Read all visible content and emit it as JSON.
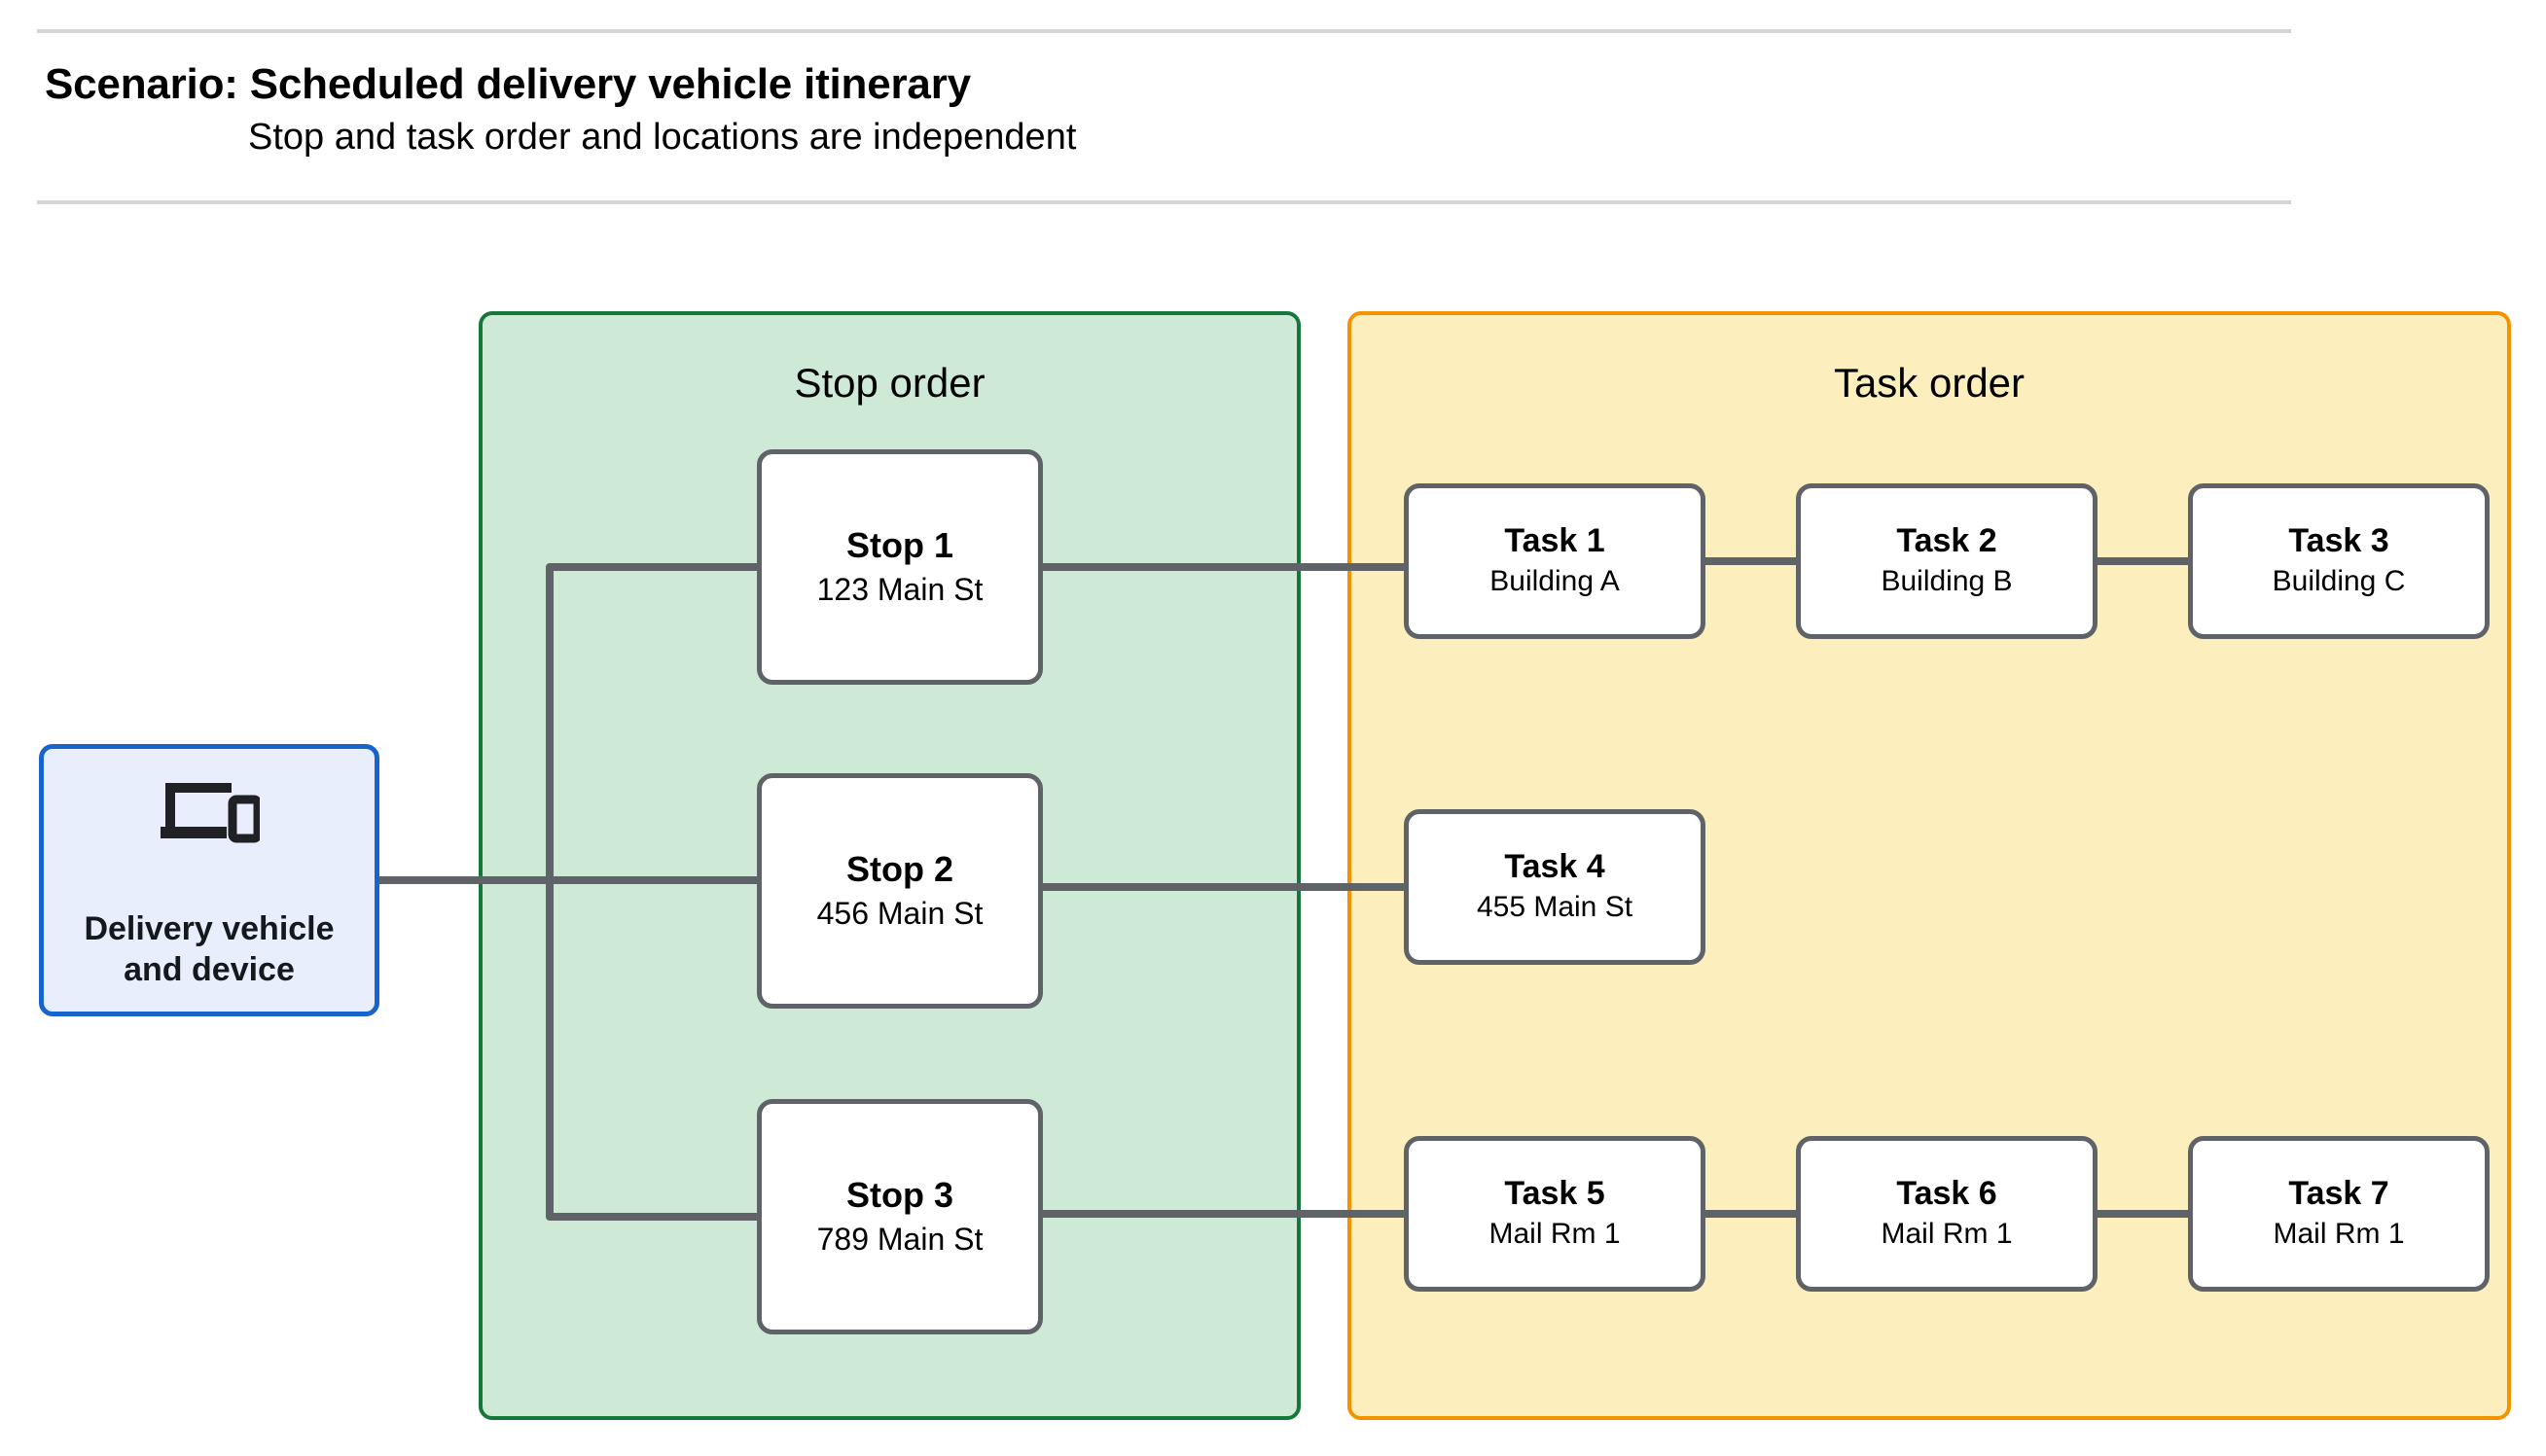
{
  "header": {
    "title": "Scenario: Scheduled delivery vehicle itinerary",
    "subtitle": "Stop and task order and locations are independent"
  },
  "source_node": {
    "label": "Delivery vehicle\nand device",
    "label_line_1": "Delivery vehicle",
    "label_line_2": "and device",
    "icon": "devices-icon",
    "border_color": "#1765cc",
    "fill_color": "#e8eefc"
  },
  "groups": [
    {
      "id": "stop-order",
      "title": "Stop order",
      "fill_color": "#cee9d6",
      "border_color": "#16773a"
    },
    {
      "id": "task-order",
      "title": "Task order",
      "fill_color": "#fdeebe",
      "border_color": "#f59200"
    }
  ],
  "stops": [
    {
      "title": "Stop 1",
      "subtitle": "123 Main St"
    },
    {
      "title": "Stop 2",
      "subtitle": "456 Main St"
    },
    {
      "title": "Stop 3",
      "subtitle": "789 Main St"
    }
  ],
  "task_rows": [
    {
      "stop_index": 0,
      "tasks": [
        {
          "title": "Task 1",
          "subtitle": "Building A"
        },
        {
          "title": "Task 2",
          "subtitle": "Building B"
        },
        {
          "title": "Task 3",
          "subtitle": "Building C"
        }
      ]
    },
    {
      "stop_index": 1,
      "tasks": [
        {
          "title": "Task 4",
          "subtitle": "455 Main St"
        }
      ]
    },
    {
      "stop_index": 2,
      "tasks": [
        {
          "title": "Task 5",
          "subtitle": "Mail Rm 1"
        },
        {
          "title": "Task 6",
          "subtitle": "Mail Rm 1"
        },
        {
          "title": "Task 7",
          "subtitle": "Mail Rm 1"
        }
      ]
    }
  ],
  "colors": {
    "connector": "#5f6368",
    "node_border": "#5f6368",
    "node_fill": "#ffffff",
    "rule": "#d4d4d4",
    "text": "#000000",
    "page_background": "#ffffff"
  }
}
